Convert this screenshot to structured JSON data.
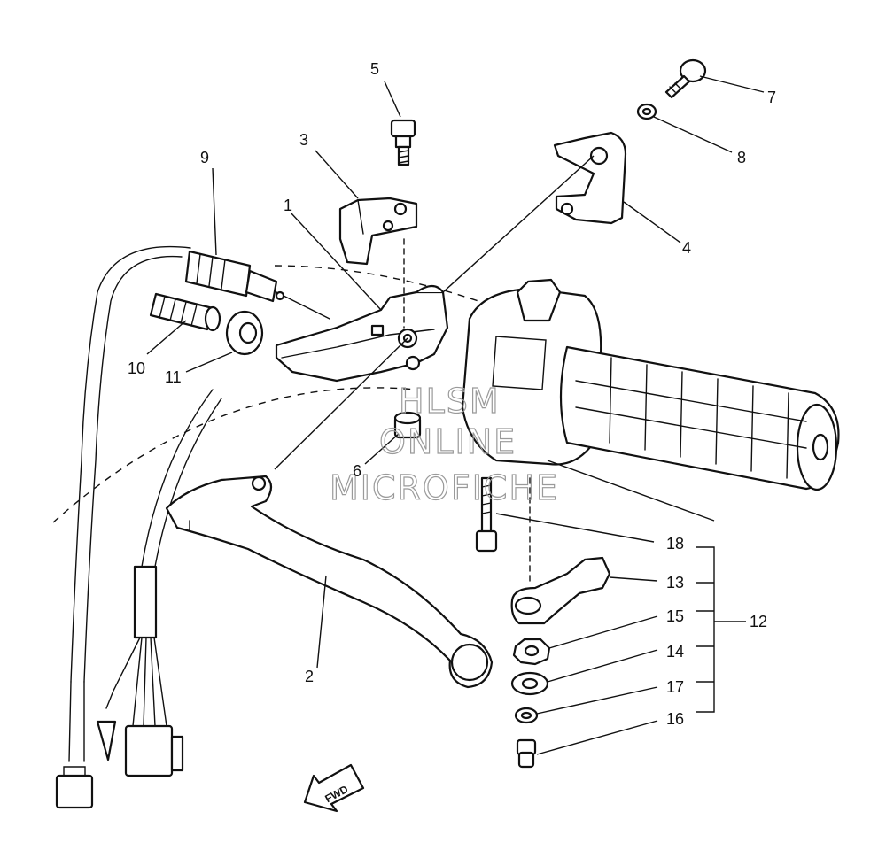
{
  "watermark": {
    "line1": "HLSM",
    "line2": "ONLINE",
    "line3": "MICROFICHE"
  },
  "direction_arrow": {
    "label": "FWD"
  },
  "callouts": {
    "c1": "1",
    "c2": "2",
    "c3": "3",
    "c4": "4",
    "c5": "5",
    "c6": "6",
    "c7": "7",
    "c8": "8",
    "c9": "9",
    "c10": "10",
    "c11": "11",
    "c12": "12",
    "c13": "13",
    "c14": "14",
    "c15": "15",
    "c16": "16",
    "c17": "17",
    "c18": "18"
  }
}
